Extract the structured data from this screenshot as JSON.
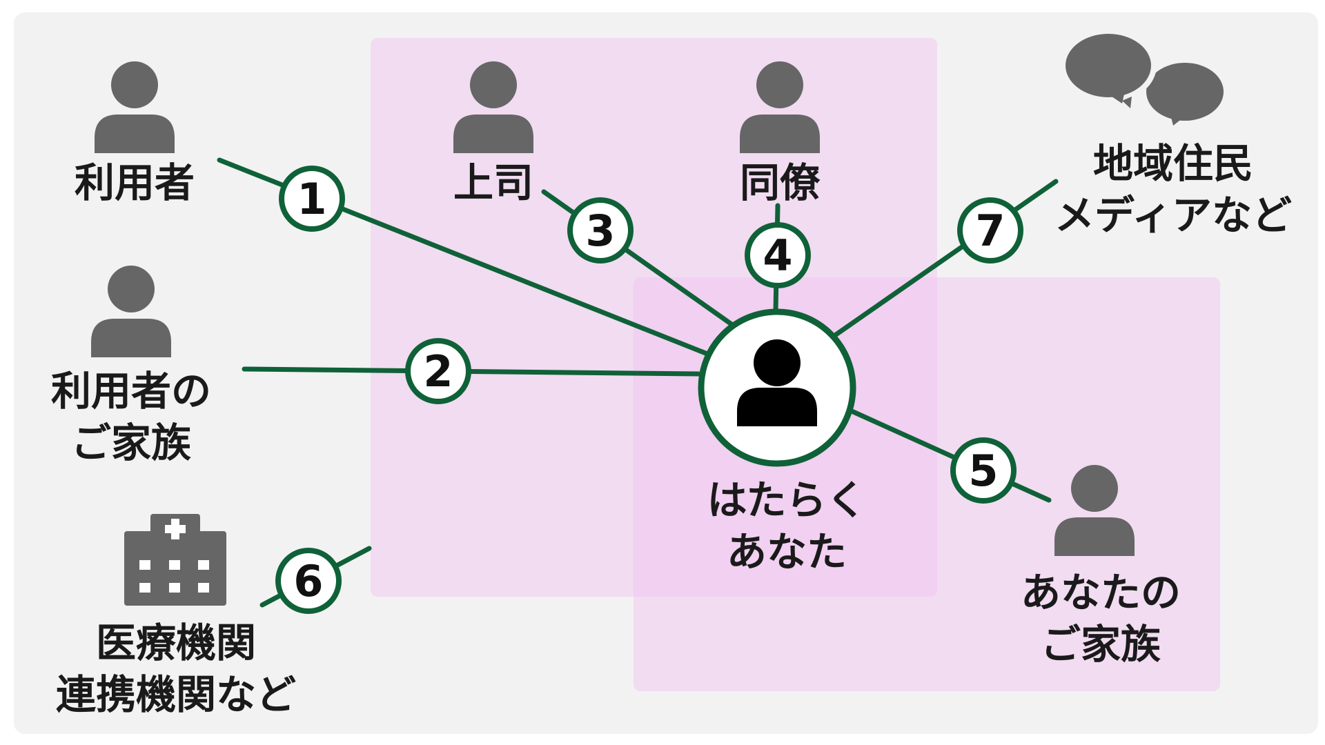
{
  "center": {
    "lines": [
      "はたらく",
      "あなた"
    ]
  },
  "nodes": {
    "user": {
      "lines": [
        "利用者"
      ]
    },
    "user_family": {
      "lines": [
        "利用者の",
        "ご家族"
      ]
    },
    "boss": {
      "lines": [
        "上司"
      ]
    },
    "colleague": {
      "lines": [
        "同僚"
      ]
    },
    "your_family": {
      "lines": [
        "あなたの",
        "ご家族"
      ]
    },
    "medical": {
      "lines": [
        "医療機関",
        "連携機関など"
      ]
    },
    "community": {
      "lines": [
        "地域住民",
        "メディアなど"
      ]
    }
  },
  "badges": [
    "1",
    "2",
    "3",
    "4",
    "5",
    "6",
    "7"
  ],
  "icons": {
    "person": "person-icon",
    "hospital": "hospital-icon",
    "chat": "chat-bubbles-icon"
  },
  "colors": {
    "line": "#0f6138",
    "icon_gray": "#666666",
    "zone": "#f0bef0",
    "badge_fill": "#ffffff"
  }
}
